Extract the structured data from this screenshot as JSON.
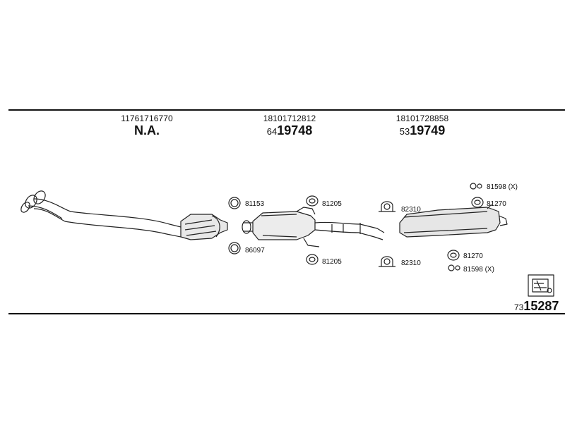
{
  "columns": [
    {
      "oem": "11761716770",
      "code": "N.A."
    },
    {
      "oem": "18101712812",
      "prefix": "64",
      "code": "19748"
    },
    {
      "oem": "18101728858",
      "prefix": "53",
      "code": "19749"
    }
  ],
  "parts": {
    "p1": "81153",
    "p2": "86097",
    "p3": "81205",
    "p4": "81205",
    "p5": "82310",
    "p6": "82310",
    "p7": "81598 (X)",
    "p8": "81270",
    "p9": "81270",
    "p10": "81598 (X)"
  },
  "reference": {
    "prefix": "73",
    "code": "15287"
  }
}
